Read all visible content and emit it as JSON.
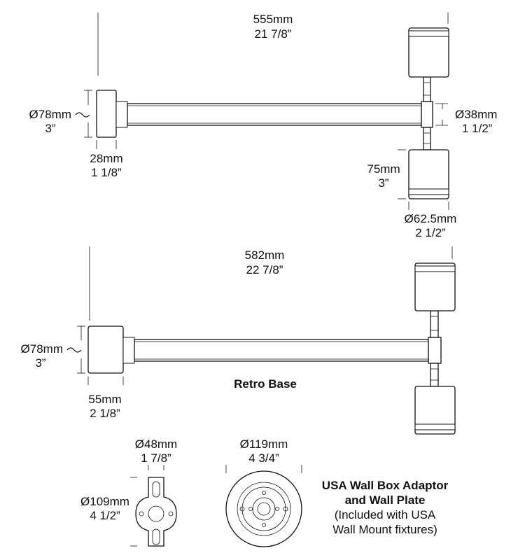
{
  "top_fixture": {
    "length_mm": "555mm",
    "length_in": "21 7/8”",
    "base_dia_mm": "Ø78mm",
    "base_dia_in": "3”",
    "base_depth_mm": "28mm",
    "base_depth_in": "1 1/8”",
    "arm_dia_mm": "Ø38mm",
    "arm_dia_in": "1 1/2”",
    "head_height_mm": "75mm",
    "head_height_in": "3”",
    "head_dia_mm": "Ø62.5mm",
    "head_dia_in": "2 1/2”"
  },
  "retro_fixture": {
    "length_mm": "582mm",
    "length_in": "22 7/8”",
    "base_dia_mm": "Ø78mm",
    "base_dia_in": "3”",
    "base_depth_mm": "55mm",
    "base_depth_in": "2 1/8”",
    "caption": "Retro Base"
  },
  "wall_box": {
    "adaptor_width_mm": "Ø48mm",
    "adaptor_width_in": "1 7/8”",
    "adaptor_height_mm": "Ø109mm",
    "adaptor_height_in": "4 1/2”",
    "plate_dia_mm": "Ø119mm",
    "plate_dia_in": "4 3/4”",
    "title_line1": "USA Wall Box Adaptor",
    "title_line2": "and Wall Plate",
    "note_line1": "(Included with USA",
    "note_line2": "Wall Mount fixtures)"
  }
}
